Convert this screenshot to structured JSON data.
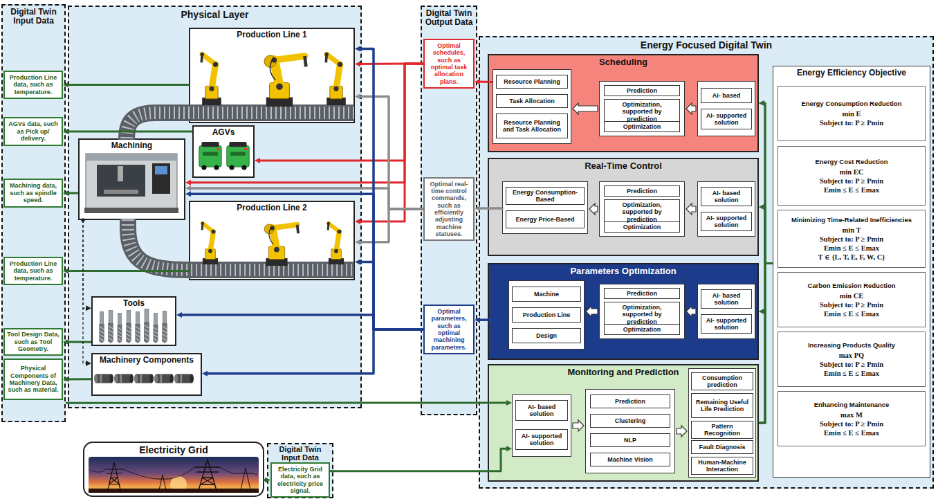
{
  "diagram": {
    "nodes": [
      {
        "text": [
          "Digital Twin Input Data"
        ]
      },
      {
        "text": [
          "Production Line data, such as temperature."
        ],
        "in": 0
      },
      {
        "text": [
          "AGVs data, such as Pick up/ delivery."
        ],
        "in": 0
      },
      {
        "text": [
          "Machining data, such as spindle speed."
        ],
        "in": 0
      },
      {
        "text": [
          "Production Line data, such as temperature."
        ],
        "in": 0
      },
      {
        "text": [
          "Tool Design Data, such as Tool Geometry."
        ],
        "in": 0
      },
      {
        "text": [
          "Physical Components of Machinery Data, such as material."
        ],
        "in": 0
      },
      {
        "text": [
          "Physical Layer"
        ]
      },
      {
        "text": [
          "Production Line 1"
        ],
        "in": 7
      },
      {
        "text": [
          "AGVs"
        ],
        "in": 7
      },
      {
        "text": [
          "Machining"
        ],
        "in": 7
      },
      {
        "text": [
          "Production Line 2"
        ],
        "in": 7
      },
      {
        "text": [
          "Tools"
        ],
        "in": 7
      },
      {
        "text": [
          "Machinery Components"
        ],
        "in": 7
      },
      {
        "text": [
          "Digital Twin Output Data"
        ]
      },
      {
        "text": [
          "Optimal schedules, such as optimal task allocation plans."
        ],
        "in": 14
      },
      {
        "text": [
          "Optimal real-time control commands, such as efficiently adjusting machine statuses."
        ],
        "in": 14
      },
      {
        "text": [
          "Optimal parameters, such as optimal machining parameters."
        ],
        "in": 14
      },
      {
        "text": [
          "Electricity Grid"
        ]
      },
      {
        "text": [
          "Digital Twin Input Data"
        ]
      },
      {
        "text": [
          "Electricity Grid data, such as electricity price signal."
        ],
        "in": 19
      },
      {
        "text": [
          "Energy Focused Digital Twin"
        ]
      },
      {
        "text": [
          "Scheduling"
        ],
        "in": 21
      },
      {
        "text": [],
        "in": 22
      },
      {
        "text": [
          "Resource Planning"
        ],
        "in": 23
      },
      {
        "text": [
          "Task Allocation"
        ],
        "in": 23
      },
      {
        "text": [
          "Resource Planning and Task Allocation"
        ],
        "in": 23
      },
      {
        "text": [],
        "in": 22
      },
      {
        "text": [
          "Prediction"
        ],
        "in": 27
      },
      {
        "text": [
          "Optimization, supported by prediction"
        ],
        "in": 27
      },
      {
        "text": [
          "Optimization"
        ],
        "in": 27
      },
      {
        "text": [],
        "in": 22
      },
      {
        "text": [
          "AI- based"
        ],
        "in": 31
      },
      {
        "text": [
          "AI- supported solution"
        ],
        "in": 31
      },
      {
        "text": [
          "Real-Time Control"
        ],
        "in": 21
      },
      {
        "text": [],
        "in": 34
      },
      {
        "text": [
          "Energy Consumption-Based"
        ],
        "in": 35
      },
      {
        "text": [
          "Energy Price-Based"
        ],
        "in": 35
      },
      {
        "text": [],
        "in": 34
      },
      {
        "text": [
          "Prediction"
        ],
        "in": 38
      },
      {
        "text": [
          "Optimization, supported by prediction"
        ],
        "in": 38
      },
      {
        "text": [
          "Optimization"
        ],
        "in": 38
      },
      {
        "text": [],
        "in": 34
      },
      {
        "text": [
          "AI- based solution"
        ],
        "in": 42
      },
      {
        "text": [
          "AI- supported solution"
        ],
        "in": 42
      },
      {
        "text": [
          "Parameters Optimization"
        ],
        "in": 21
      },
      {
        "text": [],
        "in": 45
      },
      {
        "text": [
          "Machine"
        ],
        "in": 46
      },
      {
        "text": [
          "Production Line"
        ],
        "in": 46
      },
      {
        "text": [
          "Design"
        ],
        "in": 46
      },
      {
        "text": [],
        "in": 45
      },
      {
        "text": [
          "Prediction"
        ],
        "in": 50
      },
      {
        "text": [
          "Optimization, supported by prediction"
        ],
        "in": 50
      },
      {
        "text": [
          "Optimization"
        ],
        "in": 50
      },
      {
        "text": [],
        "in": 45
      },
      {
        "text": [
          "AI- based solution"
        ],
        "in": 54
      },
      {
        "text": [
          "AI- supported solution"
        ],
        "in": 54
      },
      {
        "text": [
          "Monitoring and Prediction"
        ],
        "in": 21
      },
      {
        "text": [],
        "in": 57
      },
      {
        "text": [
          "AI- based solution"
        ],
        "in": 58
      },
      {
        "text": [
          "AI- supported solution"
        ],
        "in": 58
      },
      {
        "text": [],
        "in": 57
      },
      {
        "text": [
          "Prediction"
        ],
        "in": 61
      },
      {
        "text": [
          "Clustering"
        ],
        "in": 61
      },
      {
        "text": [
          "NLP"
        ],
        "in": 61
      },
      {
        "text": [
          "Machine Vision"
        ],
        "in": 61
      },
      {
        "text": [],
        "in": 57
      },
      {
        "text": [
          "Consumption prediction"
        ],
        "in": 66
      },
      {
        "text": [
          "Remaining Useful Life Prediction"
        ],
        "in": 66
      },
      {
        "text": [
          "Pattern Recognition"
        ],
        "in": 66
      },
      {
        "text": [
          "Fault Diagnosis"
        ],
        "in": 66
      },
      {
        "text": [
          "Human-Machine Interaction"
        ],
        "in": 66
      },
      {
        "text": [
          "Energy Efficiency Objective"
        ],
        "in": 21
      },
      {
        "text": [
          "Energy Consumption Reduction",
          "min E",
          "Subject to: P ≥ Pmin"
        ],
        "in": 72
      },
      {
        "text": [
          "Energy Cost Reduction",
          "min EC",
          "Subject to: P ≥ Pmin",
          "Emin ≤ E ≤ Emax"
        ],
        "in": 72
      },
      {
        "text": [
          "Minimizing Time-Related Inefficiencies",
          "min T",
          "Subject to: P ≥ Pmin",
          "Emin ≤ E ≤ Emax",
          "T ∈ {L, T, E, F, W, C}"
        ],
        "in": 72
      },
      {
        "text": [
          "Carbon Emission Reduction",
          "min CE",
          "Subject to: P ≥ Pmin",
          "Emin ≤ E ≤ Emax"
        ],
        "in": 72
      },
      {
        "text": [
          "Increasing Products Quality",
          "max PQ",
          "Subject to: P ≥ Pmin",
          "Emin ≤ E ≤ Emax"
        ],
        "in": 72
      },
      {
        "text": [
          "Enhancing Maintenance",
          "max M",
          "Subject to: P ≥ Pmin",
          "Emin ≤ E ≤ Emax"
        ],
        "in": 72
      }
    ],
    "edges": [
      {
        "from": 8,
        "to": 1,
        "arrow": "to"
      },
      {
        "from": 9,
        "to": 2,
        "arrow": "to"
      },
      {
        "from": 10,
        "to": 3,
        "arrow": "to"
      },
      {
        "from": 11,
        "to": 4,
        "arrow": "to"
      },
      {
        "from": 12,
        "to": 5,
        "arrow": "to"
      },
      {
        "from": 13,
        "to": 6,
        "arrow": "to"
      },
      {
        "from": 0,
        "to": 58,
        "arrow": "to"
      },
      {
        "from": 18,
        "to": 20,
        "arrow": "to"
      },
      {
        "from": 20,
        "to": 58,
        "arrow": "to"
      },
      {
        "from": 23,
        "to": 15,
        "arrow": "to"
      },
      {
        "from": 15,
        "to": 8,
        "arrow": "to"
      },
      {
        "from": 15,
        "to": 9,
        "arrow": "to"
      },
      {
        "from": 15,
        "to": 10,
        "arrow": "to"
      },
      {
        "from": 15,
        "to": 11,
        "arrow": "to"
      },
      {
        "from": 35,
        "to": 16,
        "arrow": "to"
      },
      {
        "from": 16,
        "to": 8,
        "arrow": "to"
      },
      {
        "from": 16,
        "to": 10,
        "arrow": "to"
      },
      {
        "from": 16,
        "to": 11,
        "arrow": "to"
      },
      {
        "from": 46,
        "to": 17,
        "arrow": "to"
      },
      {
        "from": 17,
        "to": 8,
        "arrow": "to"
      },
      {
        "from": 17,
        "to": 10,
        "arrow": "to"
      },
      {
        "from": 17,
        "to": 11,
        "arrow": "to"
      },
      {
        "from": 17,
        "to": 12,
        "arrow": "to"
      },
      {
        "from": 17,
        "to": 13,
        "arrow": "to"
      },
      {
        "from": 10,
        "to": 12,
        "arrow": "to"
      },
      {
        "from": 10,
        "to": 13,
        "arrow": "to"
      },
      {
        "from": 31,
        "to": 27,
        "arrow": "to"
      },
      {
        "from": 27,
        "to": 23,
        "arrow": "to"
      },
      {
        "from": 42,
        "to": 38,
        "arrow": "to"
      },
      {
        "from": 38,
        "to": 35,
        "arrow": "to"
      },
      {
        "from": 54,
        "to": 50,
        "arrow": "to"
      },
      {
        "from": 50,
        "to": 46,
        "arrow": "to"
      },
      {
        "from": 58,
        "to": 61,
        "arrow": "to"
      },
      {
        "from": 61,
        "to": 66,
        "arrow": "to"
      },
      {
        "from": 72,
        "to": 22,
        "arrow": "to"
      },
      {
        "from": 72,
        "to": 34,
        "arrow": "to"
      },
      {
        "from": 72,
        "to": 45,
        "arrow": "to"
      },
      {
        "from": 57,
        "to": 22,
        "arrow": "to"
      },
      {
        "from": 57,
        "to": 34,
        "arrow": "to"
      },
      {
        "from": 57,
        "to": 45,
        "arrow": "to"
      }
    ]
  }
}
